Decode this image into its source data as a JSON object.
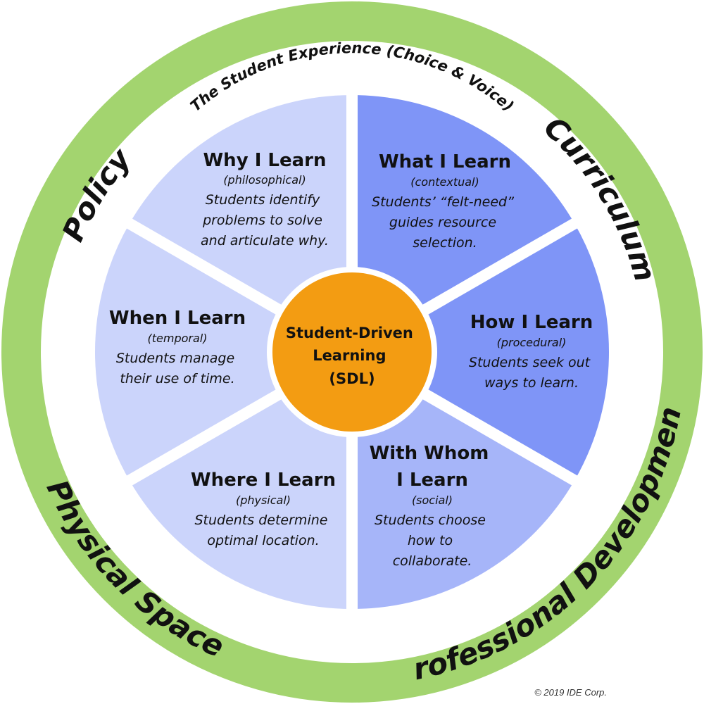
{
  "outer_ring": {
    "labels": {
      "policy": "Policy",
      "curriculum": "Curriculum",
      "professional_development": "Professional Development",
      "physical_space": "Physical Space"
    },
    "color": "#a3d46f"
  },
  "inner_arc_label": "The Student Experience (Choice & Voice)",
  "hub": {
    "lines": [
      "Student-Driven",
      "Learning",
      "(SDL)"
    ],
    "color": "#f39c12"
  },
  "segments": {
    "why": {
      "title": [
        "Why I Learn"
      ],
      "subtitle": "(philosophical)",
      "description": [
        "Students identify",
        "problems to solve",
        "and articulate why."
      ],
      "color": "#7f95f7"
    },
    "what": {
      "title": [
        "What I Learn"
      ],
      "subtitle": "(contextual)",
      "description": [
        "Students’ “felt-need”",
        "guides resource",
        "selection."
      ],
      "color": "#7f95f7"
    },
    "how": {
      "title": [
        "How I Learn"
      ],
      "subtitle": "(procedural)",
      "description": [
        "Students seek out",
        "ways to learn."
      ],
      "color": "#a6b5f9"
    },
    "with_whom": {
      "title": [
        "With Whom",
        "I Learn"
      ],
      "subtitle": "(social)",
      "description": [
        "Students choose",
        "how to",
        "collaborate."
      ],
      "color": "#cbd4fb"
    },
    "where": {
      "title": [
        "Where I Learn"
      ],
      "subtitle": "(physical)",
      "description": [
        "Students determine",
        "optimal location."
      ],
      "color": "#cbd4fb"
    },
    "when": {
      "title": [
        "When I Learn"
      ],
      "subtitle": "(temporal)",
      "description": [
        "Students manage",
        "their use of time."
      ],
      "color": "#cbd4fb"
    }
  },
  "copyright": "© 2019 IDE Corp."
}
